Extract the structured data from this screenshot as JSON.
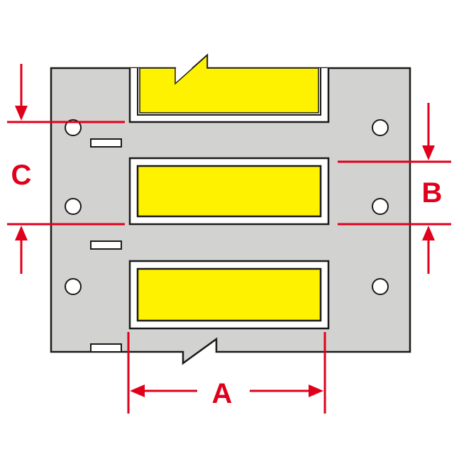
{
  "labels": {
    "a": "A",
    "b": "B",
    "c": "C"
  },
  "colors": {
    "background": "#ffffff",
    "liner": "#d2d2d0",
    "outline": "#1a1a1a",
    "label_fill": "#fff200",
    "dimension": "#e0001b",
    "hole": "#ffffff"
  }
}
